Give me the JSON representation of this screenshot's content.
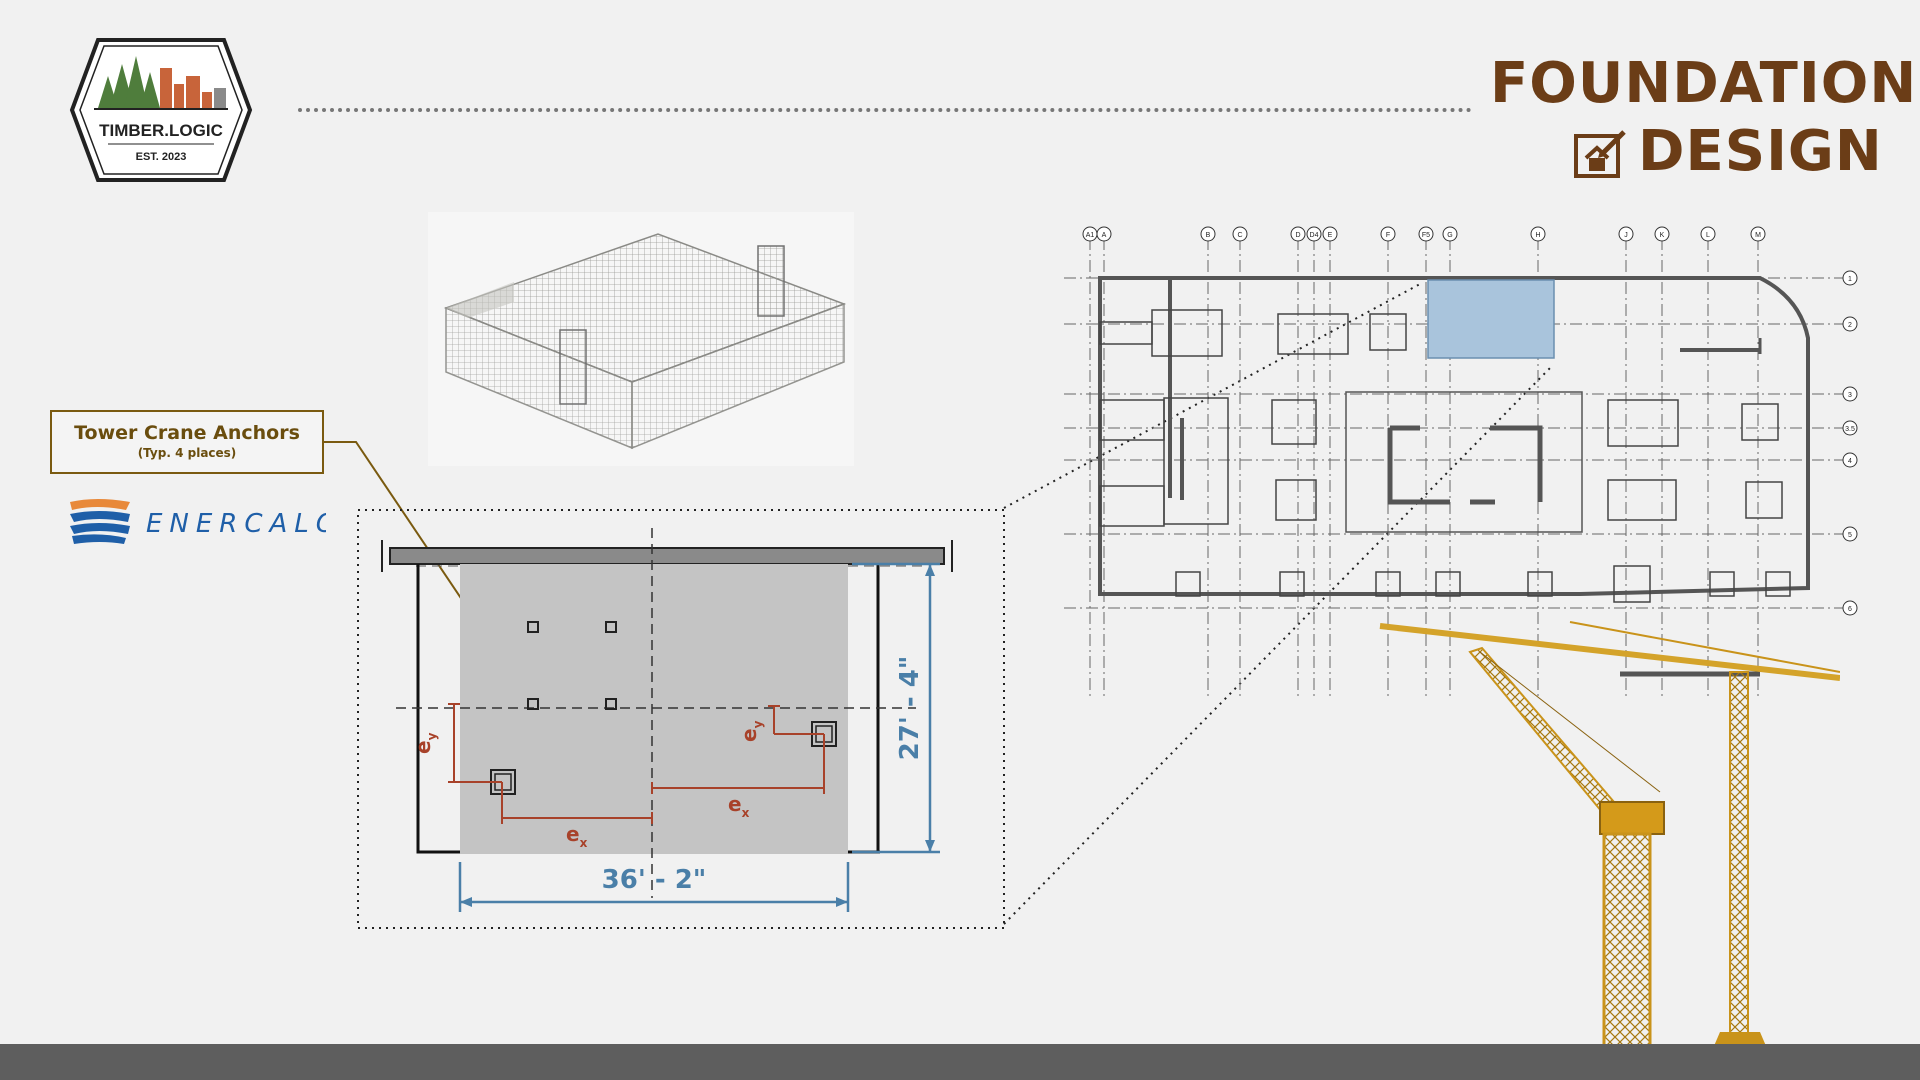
{
  "logo": {
    "brand": "TIMBER.LOGIC",
    "est": "EST. 2023"
  },
  "title": {
    "line1": "FOUNDATION",
    "line2": "DESIGN"
  },
  "callout": {
    "title": "Tower Crane Anchors",
    "subtitle": "(Typ. 4 places)"
  },
  "enercalc": {
    "label": "ENERCALC"
  },
  "dimensions": {
    "width": "36' - 2\"",
    "height": "27' - 4\""
  },
  "eccentricity": {
    "ex": "e",
    "ex_sub": "x",
    "ey": "e",
    "ey_sub": "y"
  },
  "grid": {
    "columns": [
      "A1",
      "A",
      "B",
      "C",
      "D",
      "D4",
      "E",
      "F",
      "F5",
      "G",
      "H",
      "J",
      "K",
      "L",
      "M"
    ],
    "rows": [
      "1",
      "2",
      "3",
      "3.5",
      "4",
      "5",
      "6"
    ]
  },
  "colors": {
    "title": "#6b3d17",
    "dimension": "#4a7fa8",
    "eccentricity": "#a8422a",
    "callout": "#7a5a10",
    "highlight": "#a9c4dc"
  }
}
